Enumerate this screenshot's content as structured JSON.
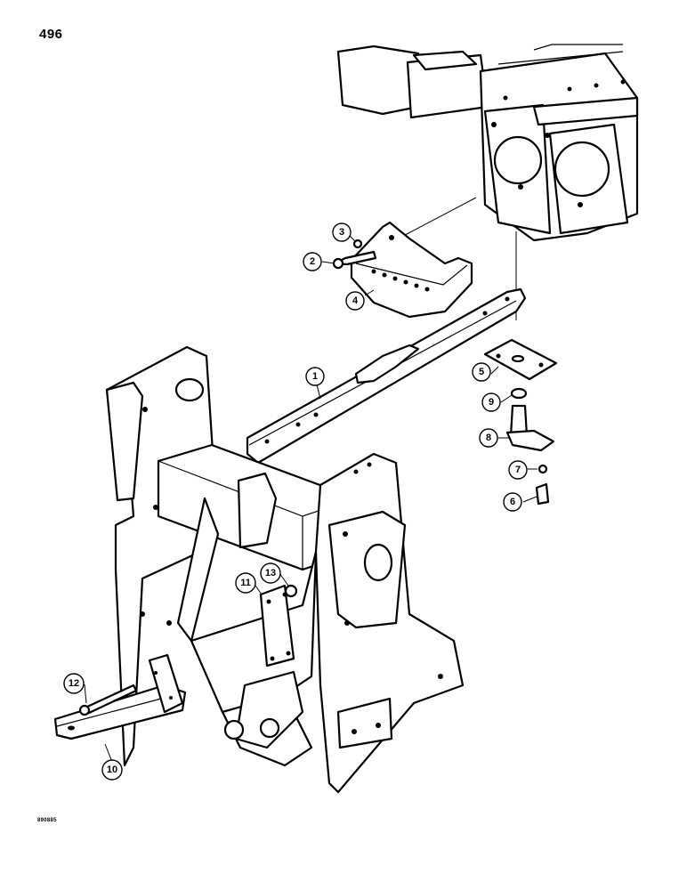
{
  "page_number": "496",
  "figure_code": "890885",
  "callouts": [
    {
      "id": "1",
      "label": "1"
    },
    {
      "id": "2",
      "label": "2"
    },
    {
      "id": "3",
      "label": "3"
    },
    {
      "id": "4",
      "label": "4"
    },
    {
      "id": "5",
      "label": "5"
    },
    {
      "id": "6",
      "label": "6"
    },
    {
      "id": "7",
      "label": "7"
    },
    {
      "id": "8",
      "label": "8"
    },
    {
      "id": "9",
      "label": "9"
    },
    {
      "id": "10",
      "label": "10"
    },
    {
      "id": "11",
      "label": "11"
    },
    {
      "id": "12",
      "label": "12"
    },
    {
      "id": "13",
      "label": "13"
    }
  ]
}
